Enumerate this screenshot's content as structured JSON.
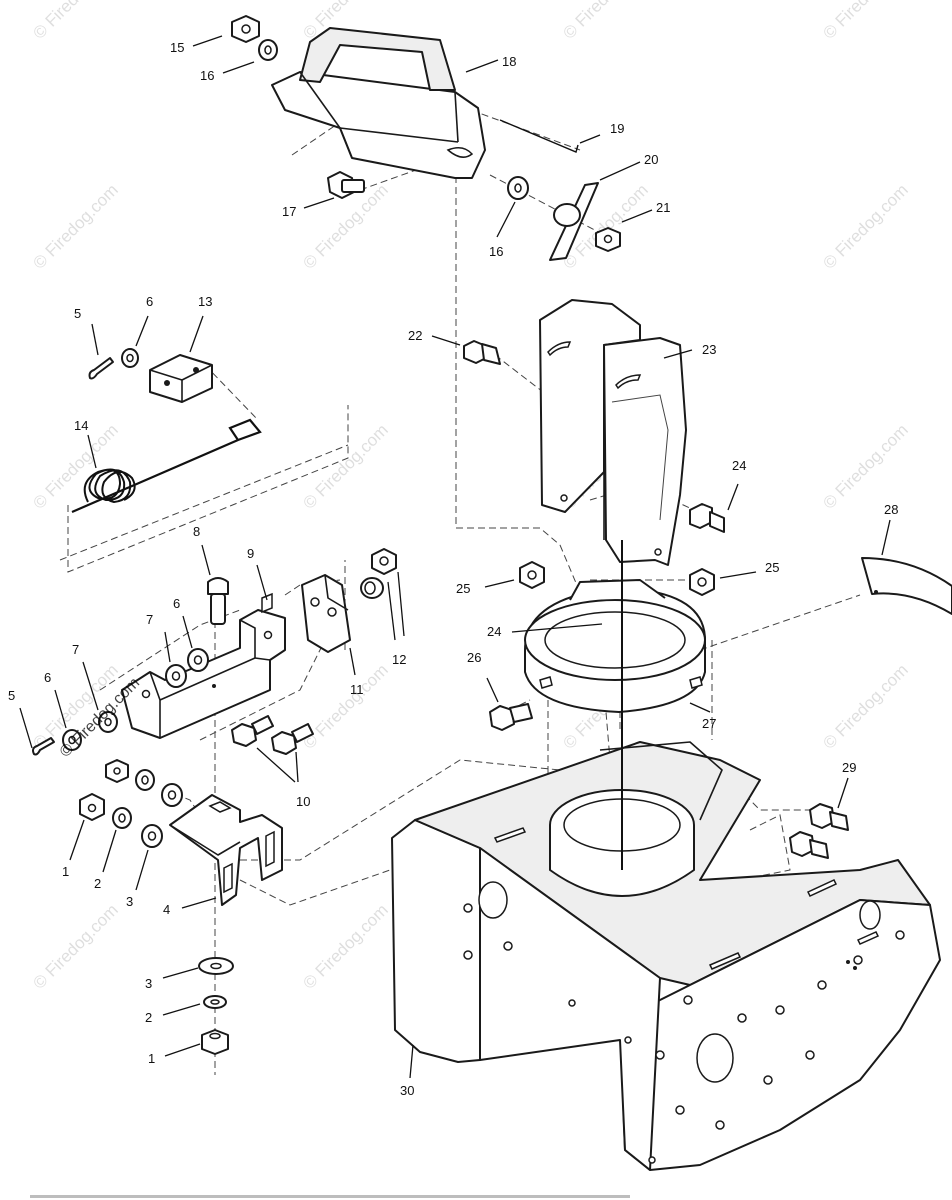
{
  "watermark": "© Firedog.com",
  "callouts": [
    "1",
    "2",
    "3",
    "4",
    "5",
    "6",
    "7",
    "8",
    "9",
    "10",
    "11",
    "12",
    "13",
    "14",
    "15",
    "16",
    "17",
    "18",
    "19",
    "20",
    "21",
    "22",
    "23",
    "24",
    "25",
    "26",
    "27",
    "28",
    "29",
    "30"
  ]
}
